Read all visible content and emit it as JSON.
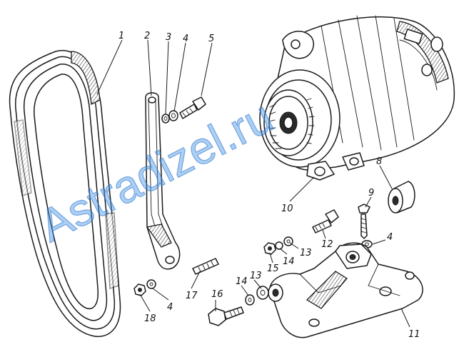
{
  "watermark": "Astradizel.ru",
  "callouts": [
    {
      "id": "c1",
      "label": "1"
    },
    {
      "id": "c2",
      "label": "2"
    },
    {
      "id": "c3",
      "label": "3"
    },
    {
      "id": "c4a",
      "label": "4"
    },
    {
      "id": "c5",
      "label": "5"
    },
    {
      "id": "c8",
      "label": "8"
    },
    {
      "id": "c9",
      "label": "9"
    },
    {
      "id": "c10",
      "label": "10"
    },
    {
      "id": "c4b",
      "label": "4"
    },
    {
      "id": "c12",
      "label": "12"
    },
    {
      "id": "c13a",
      "label": "13"
    },
    {
      "id": "c14a",
      "label": "14"
    },
    {
      "id": "c15",
      "label": "15"
    },
    {
      "id": "c17",
      "label": "17"
    },
    {
      "id": "c16",
      "label": "16"
    },
    {
      "id": "c14b",
      "label": "14"
    },
    {
      "id": "c13b",
      "label": "13"
    },
    {
      "id": "c18",
      "label": "18"
    },
    {
      "id": "c4c",
      "label": "4"
    },
    {
      "id": "c11",
      "label": "11"
    }
  ]
}
